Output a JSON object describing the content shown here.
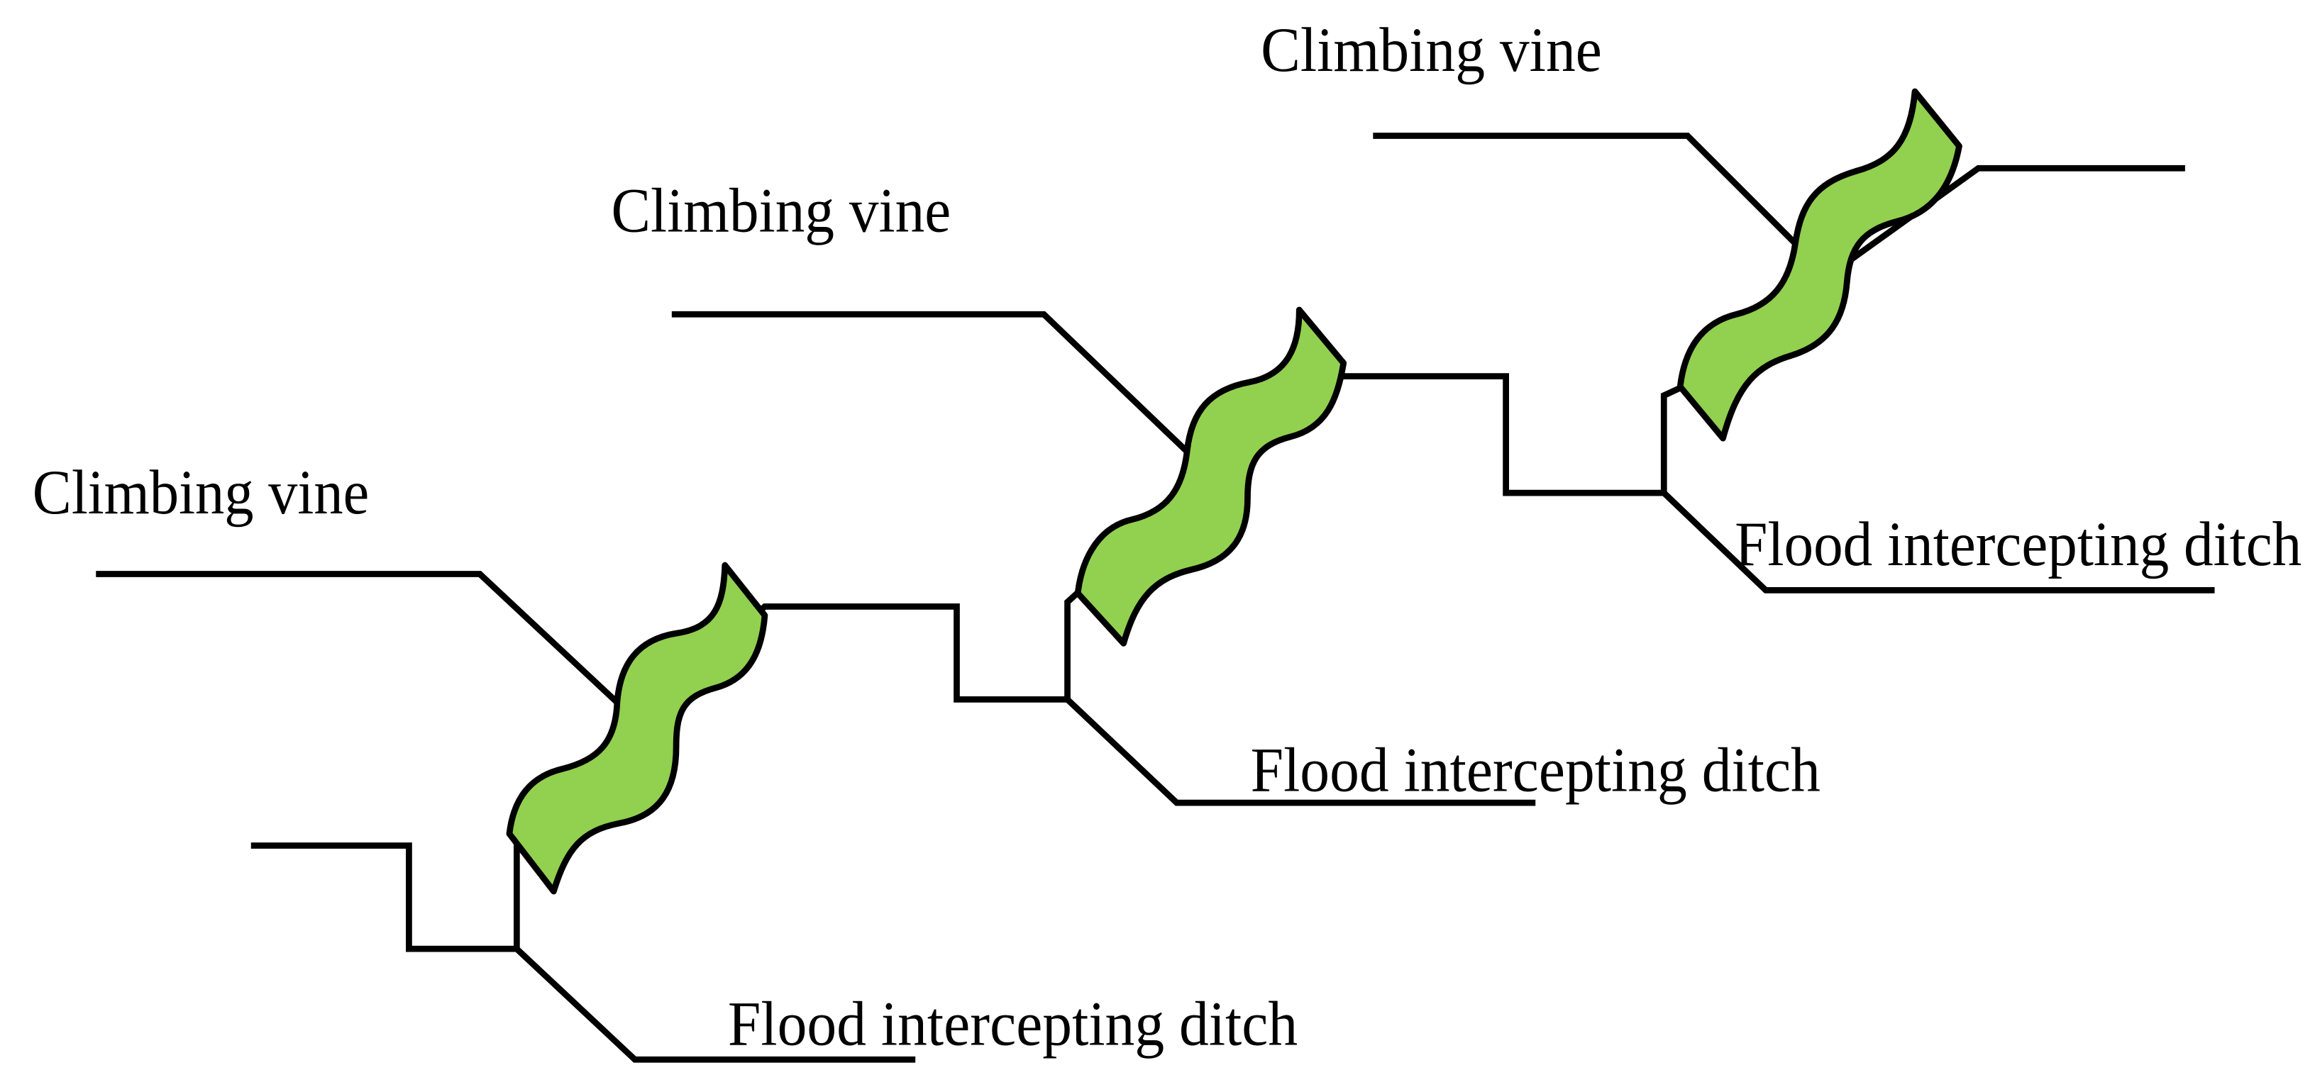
{
  "diagram": {
    "colors": {
      "vine_fill": "#92d050",
      "line": "#000000",
      "background": "#ffffff"
    },
    "vine_labels": [
      {
        "text": "Climbing vine"
      },
      {
        "text": "Climbing vine"
      },
      {
        "text": "Climbing vine"
      }
    ],
    "ditch_labels": [
      {
        "text": "Flood intercepting ditch"
      },
      {
        "text": "Flood intercepting ditch"
      },
      {
        "text": "Flood intercepting ditch"
      }
    ]
  }
}
